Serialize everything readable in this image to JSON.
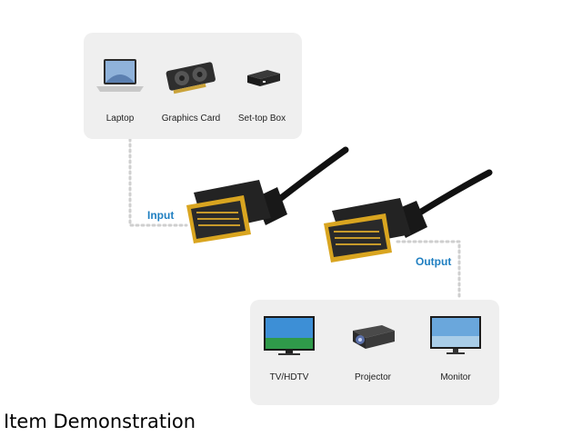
{
  "sources": [
    {
      "label": "Laptop",
      "icon": "laptop-icon"
    },
    {
      "label": "Graphics Card",
      "icon": "graphics-card-icon"
    },
    {
      "label": "Set-top Box",
      "icon": "set-top-box-icon"
    }
  ],
  "displays": [
    {
      "label": "TV/HDTV",
      "icon": "tv-icon"
    },
    {
      "label": "Projector",
      "icon": "projector-icon"
    },
    {
      "label": "Monitor",
      "icon": "monitor-icon"
    }
  ],
  "input_label": "Input",
  "output_label": "Output",
  "caption": "Item Demonstration",
  "colors": {
    "accent": "#1f7fc1",
    "panel": "#efefef",
    "connector_gold": "#d9a520",
    "cable": "#111111"
  }
}
